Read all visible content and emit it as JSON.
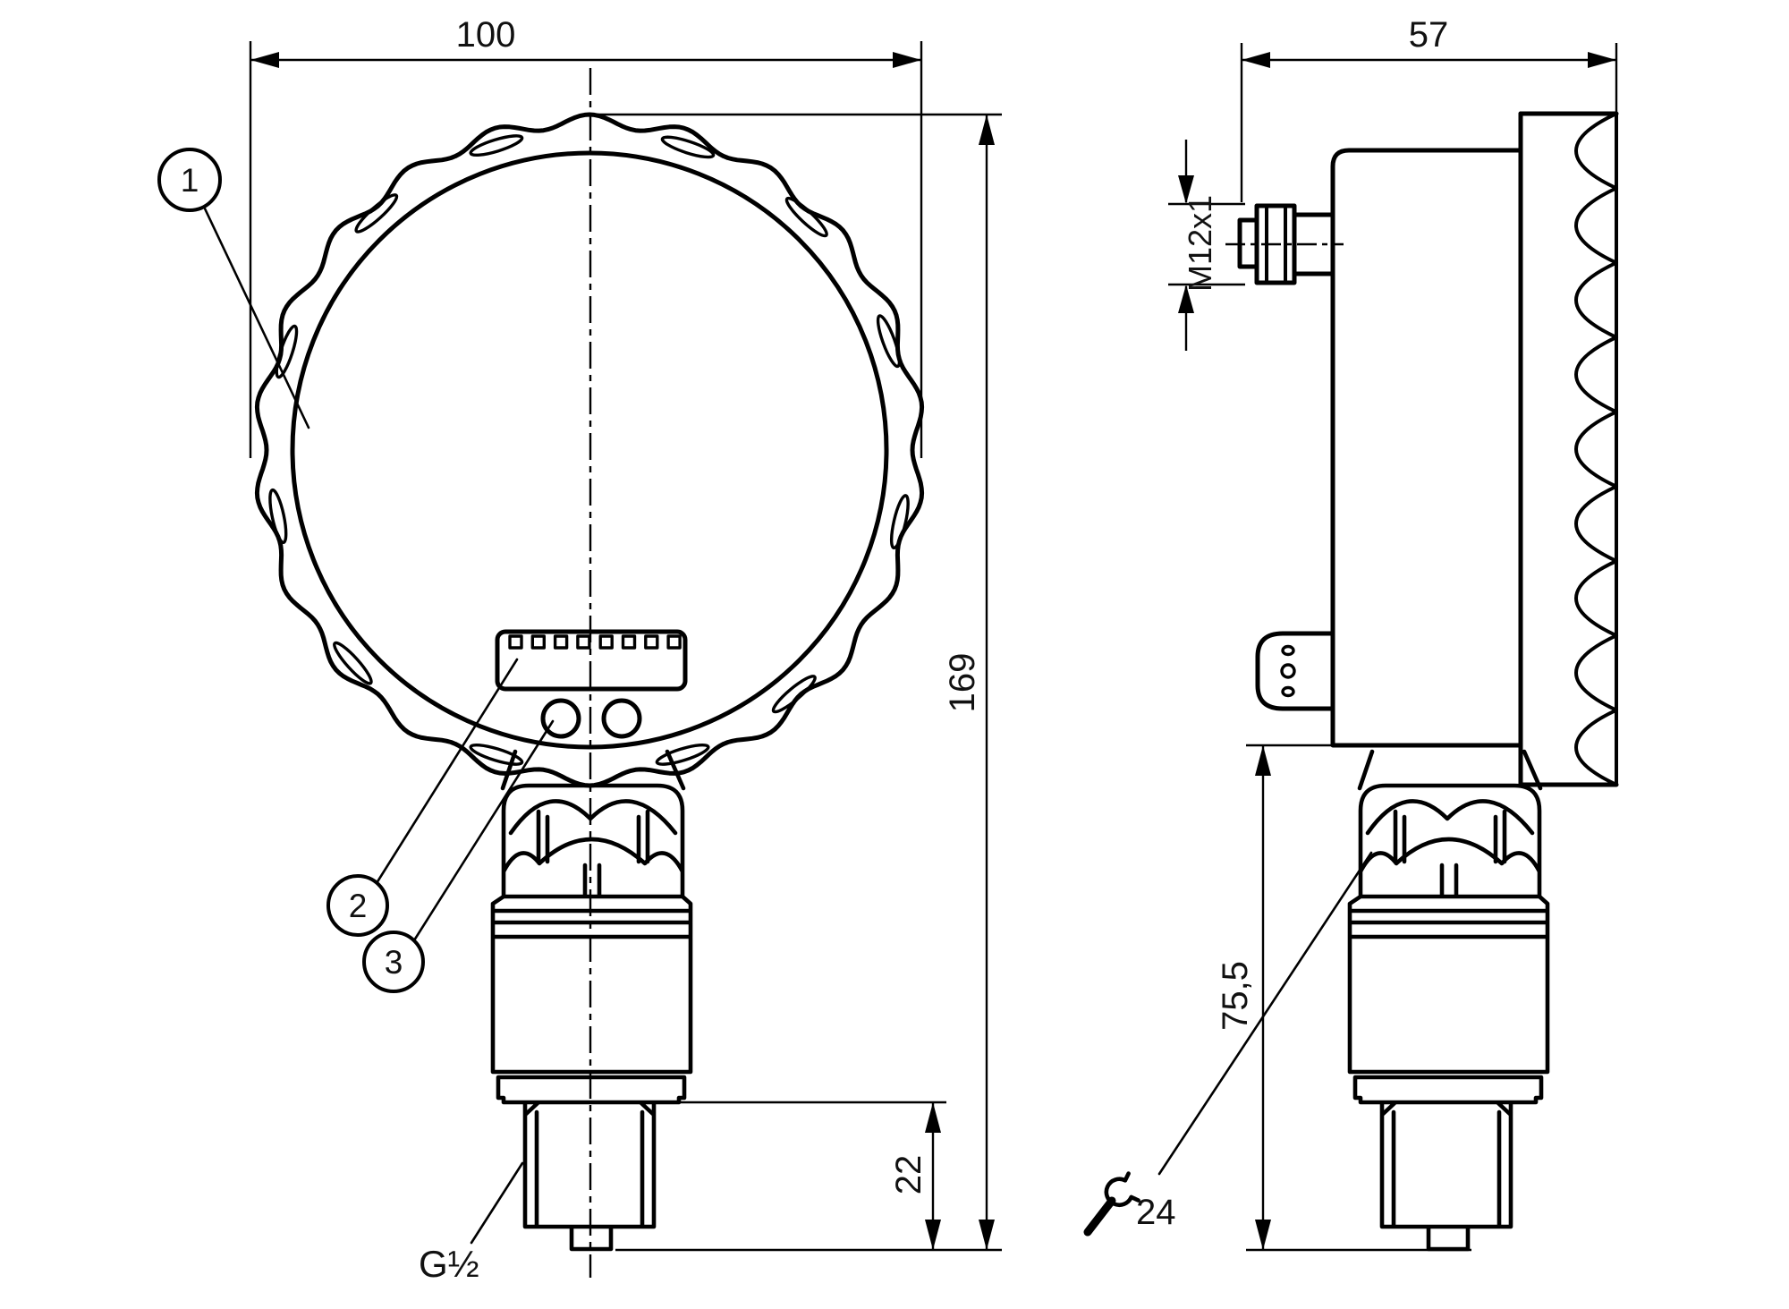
{
  "colors": {
    "background": "#ffffff",
    "line": "#000000",
    "text": "#111111"
  },
  "front_view": {
    "dim_width": "100",
    "dim_height": "169",
    "dim_thread_length": "22",
    "process_thread_label": "G½",
    "callouts": [
      "1",
      "2",
      "3"
    ]
  },
  "side_view": {
    "dim_depth": "57",
    "connector_label": "M12x1",
    "dim_lower_height": "75,5",
    "wrench_size_label": "24"
  }
}
